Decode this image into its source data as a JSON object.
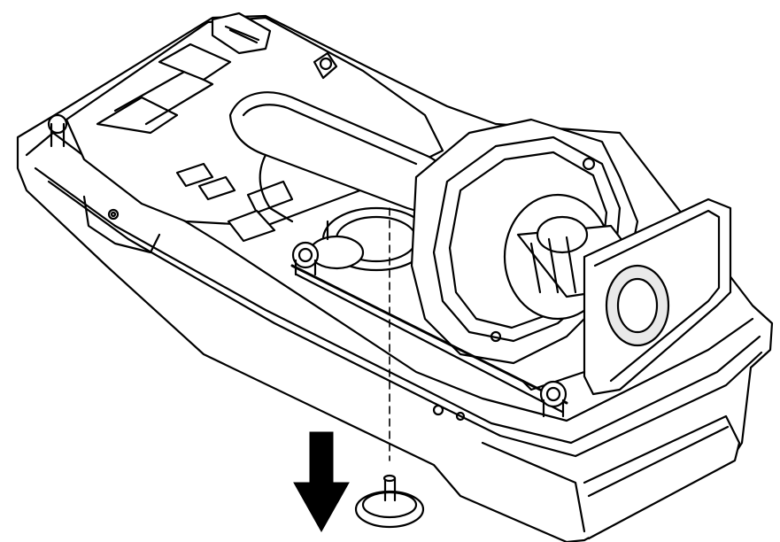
{
  "figure": {
    "subject": "camera-housing-assembly",
    "step": "attach-bottom-plug",
    "arrow_direction": "down",
    "colors": {
      "line": "#000000",
      "fill": "#ffffff",
      "shade": "#e9e9e9"
    }
  }
}
